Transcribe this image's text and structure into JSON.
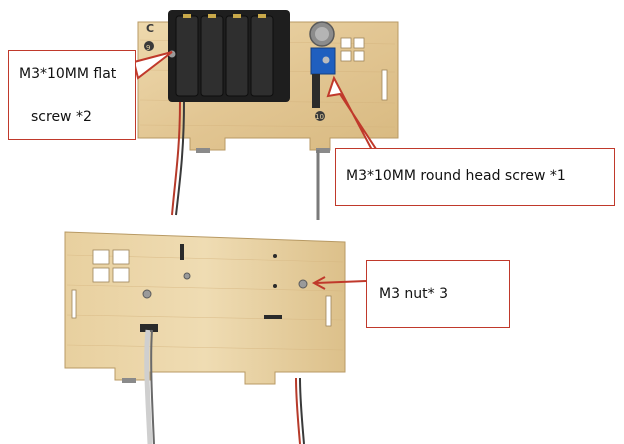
{
  "callouts": {
    "flat_screw": {
      "line1": "M3*10MM  flat",
      "line2": "screw *2"
    },
    "round_screw": {
      "text": "M3*10MM round head screw *1"
    },
    "nut": {
      "text": "M3 nut* 3"
    }
  },
  "board_markers": {
    "top_letter": "C",
    "left_number": "9",
    "right_number": "10"
  },
  "colors": {
    "callout_border": "#c0392b",
    "arrow": "#c0392b",
    "wood": "#e3c998",
    "battery_case": "#1e1e1e"
  }
}
